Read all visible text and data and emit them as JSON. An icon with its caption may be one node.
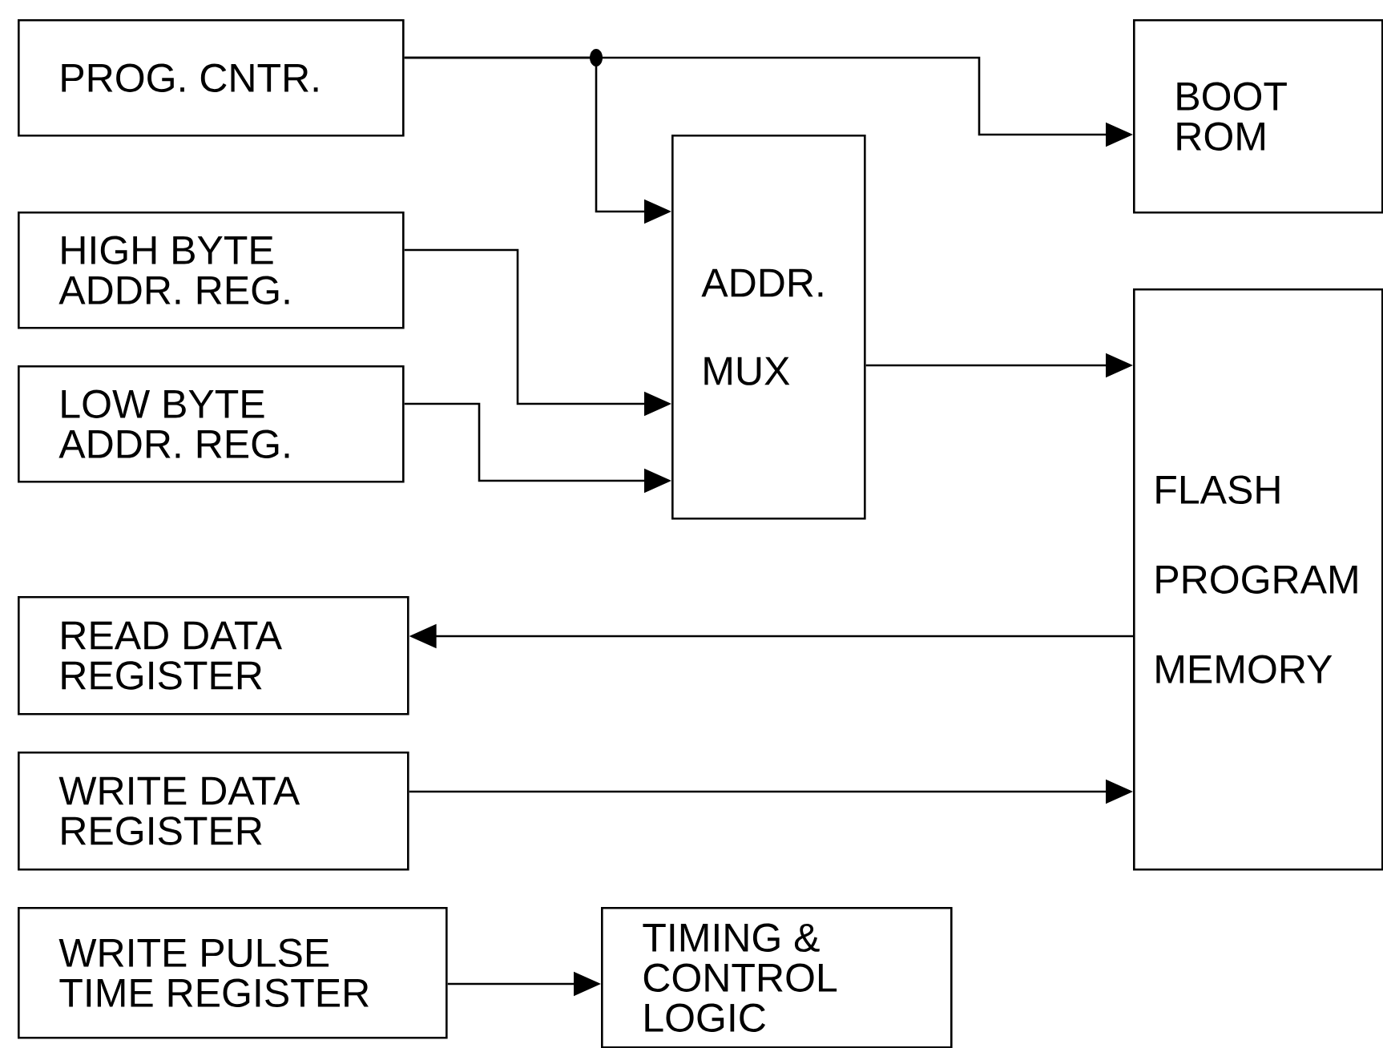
{
  "diagram": {
    "nodes": [
      {
        "text": [
          "PROG. CNTR."
        ]
      },
      {
        "text": [
          "BOOT ROM"
        ]
      },
      {
        "text": [
          "HIGH BYTE ADDR. REG."
        ]
      },
      {
        "text": [
          "ADDR. MUX"
        ]
      },
      {
        "text": [
          "LOW BYTE ADDR. REG."
        ]
      },
      {
        "text": [
          "FLASH PROGRAM MEMORY"
        ]
      },
      {
        "text": [
          "READ DATA REGISTER"
        ]
      },
      {
        "text": [
          "WRITE DATA REGISTER"
        ]
      },
      {
        "text": [
          "WRITE PULSE TIME REGISTER"
        ]
      },
      {
        "text": [
          "TIMING & CONTROL LOGIC"
        ]
      }
    ],
    "edges": [
      {
        "from": 0,
        "to": 1,
        "arrow": "to"
      },
      {
        "from": 0,
        "to": 3,
        "arrow": "to"
      },
      {
        "from": 2,
        "to": 3,
        "arrow": "to"
      },
      {
        "from": 4,
        "to": 3,
        "arrow": "to"
      },
      {
        "from": 3,
        "to": 5,
        "arrow": "to"
      },
      {
        "from": 5,
        "to": 6,
        "arrow": "to"
      },
      {
        "from": 7,
        "to": 5,
        "arrow": "to"
      },
      {
        "from": 8,
        "to": 9,
        "arrow": "to"
      }
    ]
  }
}
